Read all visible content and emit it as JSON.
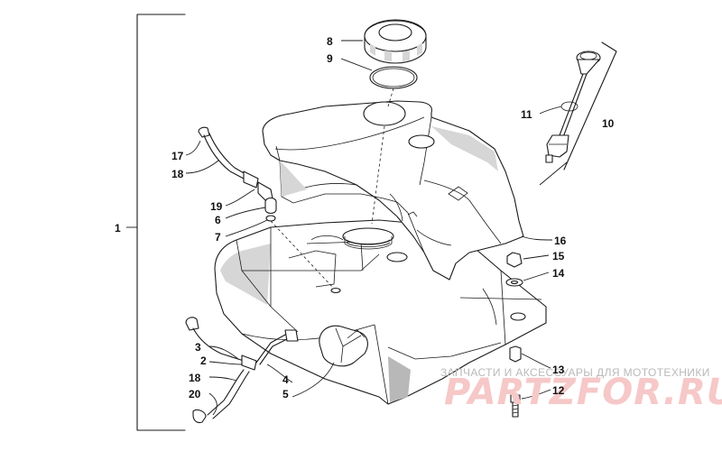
{
  "diagram": {
    "callouts": [
      {
        "id": "c1",
        "text": "1"
      },
      {
        "id": "c2",
        "text": "2"
      },
      {
        "id": "c3",
        "text": "3"
      },
      {
        "id": "c4",
        "text": "4"
      },
      {
        "id": "c5",
        "text": "5"
      },
      {
        "id": "c6",
        "text": "6"
      },
      {
        "id": "c7",
        "text": "7"
      },
      {
        "id": "c8",
        "text": "8"
      },
      {
        "id": "c9",
        "text": "9"
      },
      {
        "id": "c10",
        "text": "10"
      },
      {
        "id": "c11",
        "text": "11"
      },
      {
        "id": "c12",
        "text": "12"
      },
      {
        "id": "c13",
        "text": "13"
      },
      {
        "id": "c14",
        "text": "14"
      },
      {
        "id": "c15",
        "text": "15"
      },
      {
        "id": "c16",
        "text": "16"
      },
      {
        "id": "c17",
        "text": "17"
      },
      {
        "id": "c18a",
        "text": "18"
      },
      {
        "id": "c18b",
        "text": "18"
      },
      {
        "id": "c19",
        "text": "19"
      },
      {
        "id": "c20",
        "text": "20"
      }
    ]
  },
  "watermark": {
    "caption": "ЗАПЧАСТИ И АКСЕССУАРЫ ДЛЯ МОТОТЕХНИКИ",
    "logo": "PARTZFOR.RU"
  },
  "colors": {
    "line": "#1a1a1a",
    "watermark_caption": "#b9b9b9",
    "watermark_logo": "#f6c8c8"
  }
}
